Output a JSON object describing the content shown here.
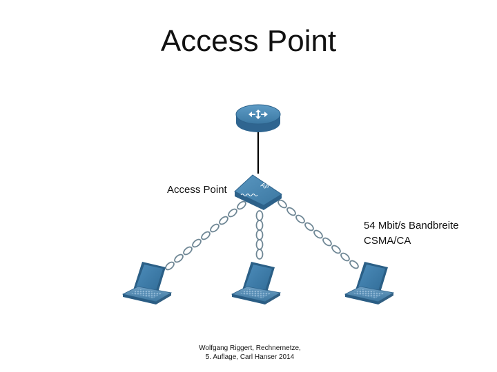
{
  "title": "Access Point",
  "access_point": {
    "label": "Access Point",
    "device_text": "AP"
  },
  "link_info": {
    "bandwidth": "54 Mbit/s Bandbreite",
    "access_method": "CSMA/CA"
  },
  "credit": {
    "line1": "Wolfgang Riggert, Rechnernetze,",
    "line2": "5. Auflage, Carl Hanser 2014"
  },
  "colors": {
    "router": "#3e7ca6",
    "access_point": "#3c78a2",
    "laptop": "#3f7aa6",
    "wire": "#000000",
    "wireless_link": "#6f8795"
  },
  "devices": {
    "router_icon": "router-icon",
    "access_point_icon": "wireless-access-point-icon",
    "clients": [
      "laptop-icon",
      "laptop-icon",
      "laptop-icon"
    ]
  }
}
